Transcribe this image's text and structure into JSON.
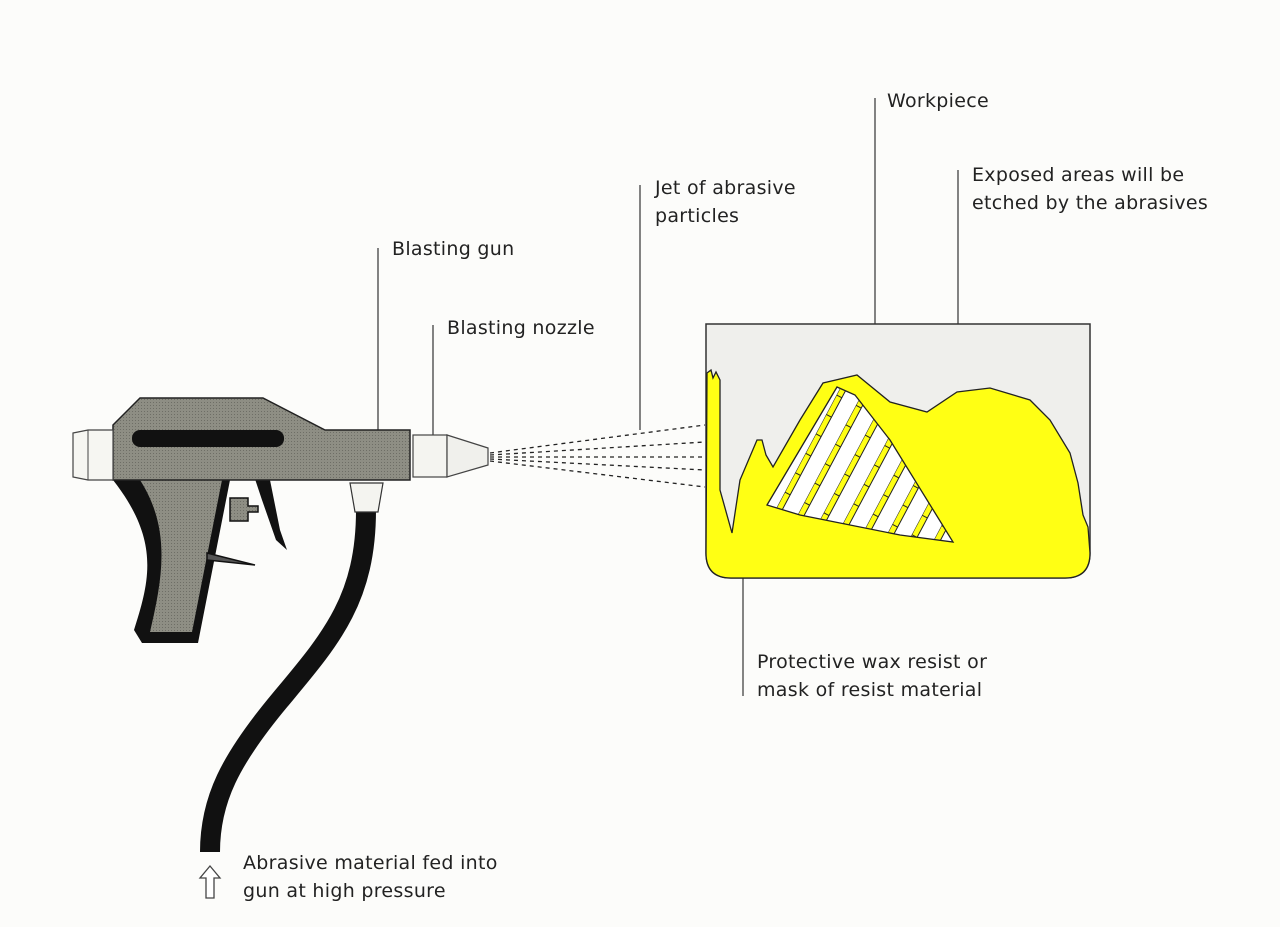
{
  "labels": {
    "blasting_gun": "Blasting gun",
    "blasting_nozzle": "Blasting nozzle",
    "jet_line1": "Jet of abrasive",
    "jet_line2": "particles",
    "workpiece": "Workpiece",
    "exposed_line1": "Exposed areas will be",
    "exposed_line2": "etched by the abrasives",
    "protective_line1": "Protective wax resist or",
    "protective_line2": "mask of resist material",
    "abrasive_line1": "Abrasive material fed into",
    "abrasive_line2": "gun at high pressure"
  },
  "colors": {
    "gun_body": "#8e8e84",
    "resist_yellow": "#ffff14",
    "workpiece_bg": "#efefec",
    "ink": "#111111"
  },
  "icons": {
    "feed_arrow": "up-arrow-icon"
  }
}
